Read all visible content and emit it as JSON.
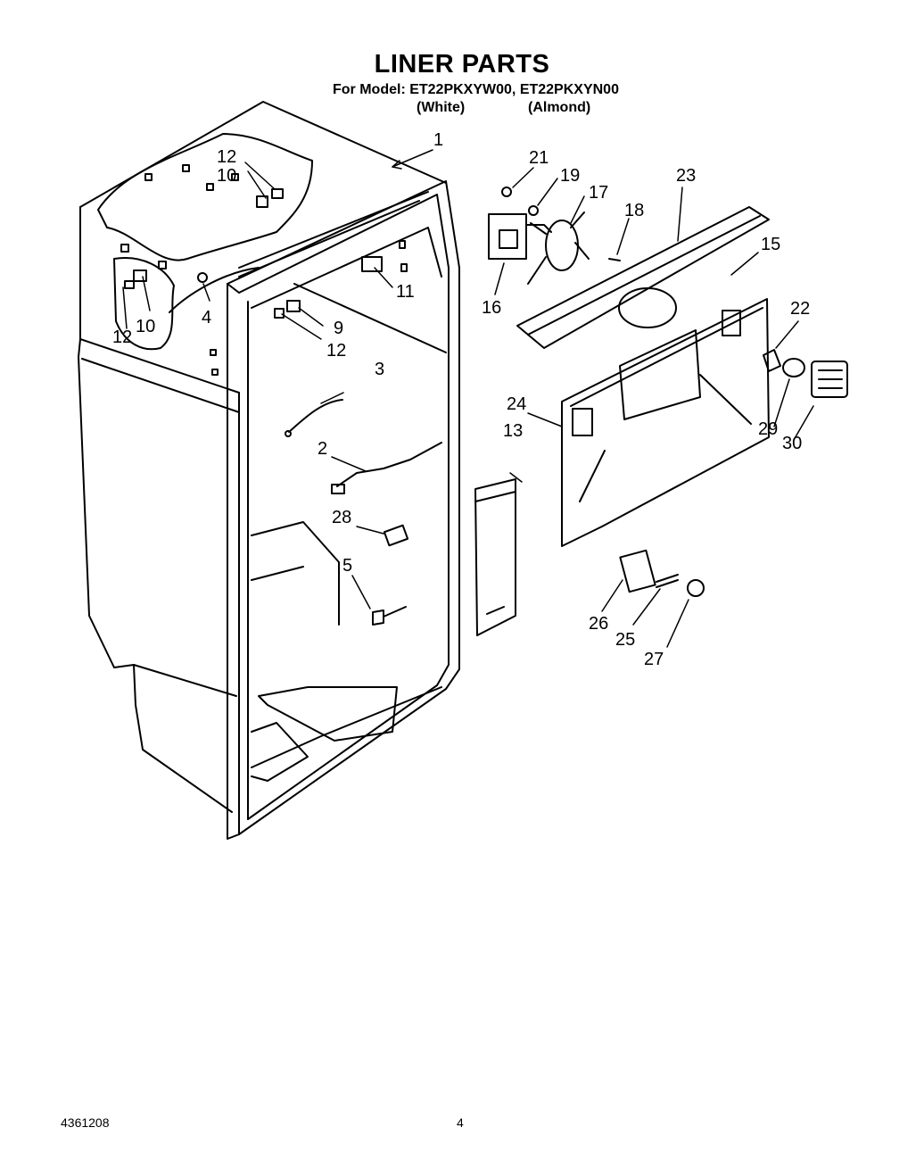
{
  "header": {
    "title": "LINER PARTS",
    "subtitle": "For Model: ET22PKXYW00, ET22PKXYN00",
    "variant_white": "(White)",
    "variant_almond": "(Almond)"
  },
  "callouts": [
    "1",
    "2",
    "3",
    "4",
    "5",
    "9",
    "10",
    "10",
    "11",
    "12",
    "12",
    "12",
    "13",
    "15",
    "16",
    "17",
    "18",
    "19",
    "21",
    "22",
    "23",
    "24",
    "25",
    "26",
    "27",
    "28",
    "29",
    "30"
  ],
  "footer": {
    "doc_number": "4361208",
    "page_number": "4"
  }
}
